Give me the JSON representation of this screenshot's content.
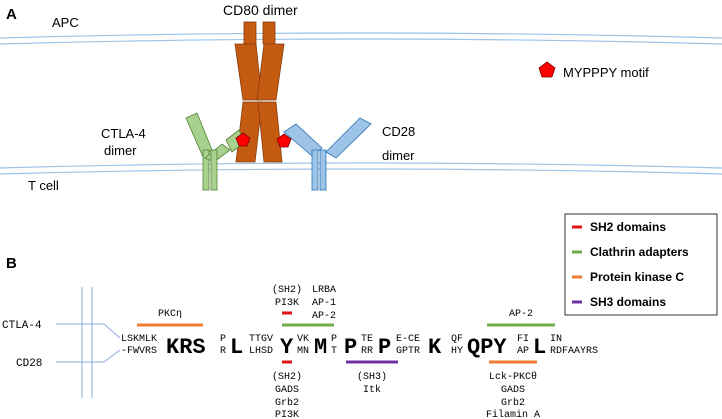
{
  "panel_a": {
    "letter": "A",
    "apc_label": "APC",
    "tcell_label": "T cell",
    "cd80_label": "CD80 dimer",
    "ctla4_label_1": "CTLA-4",
    "ctla4_label_2": "dimer",
    "cd28_label_1": "CD28",
    "cd28_label_2": "dimer",
    "motif_label": "MYPPPY motif"
  },
  "panel_b": {
    "letter": "B"
  },
  "legend": [
    {
      "label": "SH2 domains",
      "color": "#e01414"
    },
    {
      "label": "Clathrin adapters",
      "color": "#70ad47"
    },
    {
      "label": "Protein kinase C",
      "color": "#ed7d31"
    },
    {
      "label": "SH3 domains",
      "color": "#7030a0"
    }
  ],
  "receptors": {
    "ctla4": "CTLA-4",
    "cd28": "CD28"
  },
  "colors": {
    "membrane": "#9dc3e6",
    "cd80": "#c55a11",
    "cd80_dark": "#843c0c",
    "ctla4": "#a9d18e",
    "ctla4_dark": "#548235",
    "cd28": "#9dc3e6",
    "cd28_dark": "#2e75b6",
    "motif": "#ff0000",
    "motif_dark": "#7f0000"
  },
  "sequence": {
    "ctla4": {
      "s1": "LSKMLK",
      "kr": "KRS",
      "pr_top": "P",
      "l1": "L",
      "seg_ttgv": "TTGV",
      "y1": "Y",
      "seg_vk": "VK",
      "m": "M",
      "pt_top": "P",
      "p2": "P",
      "seg_te": "TE",
      "p3": "P",
      "seg_ece": "E-CE",
      "k": "K",
      "seg_qf": "QF",
      "qpy": "QPY",
      "seg_fi": "FI",
      "l2": "L",
      "seg_in": "IN"
    },
    "cd28": {
      "s1": "-FWVRS",
      "pr_bottom": "R",
      "seg_lhsd": "LHSD",
      "seg_mn": "MN",
      "pt_bottom": "T",
      "seg_rr": "RR",
      "seg_gptr": "GPTR",
      "seg_hy": "HY",
      "seg_ap": "AP",
      "seg_rdfaayrs": "RDFAAYRS"
    }
  },
  "top_annotations": {
    "pkc": "PKCη",
    "sh2": "(SH2)",
    "pi3k": "PI3K",
    "lrba": "LRBA",
    "ap1": "AP-1",
    "ap2": "AP-2",
    "ap2_right": "AP-2"
  },
  "bottom_annotations": {
    "sh2": "(SH2)",
    "gads": "GADS",
    "grb2": "Grb2",
    "pi3k": "PI3K",
    "sh3": "(SH3)",
    "itk": "Itk",
    "lck": "Lck-PKCθ",
    "gads2": "GADS",
    "grb2_2": "Grb2",
    "filamin": "Filamin A"
  }
}
